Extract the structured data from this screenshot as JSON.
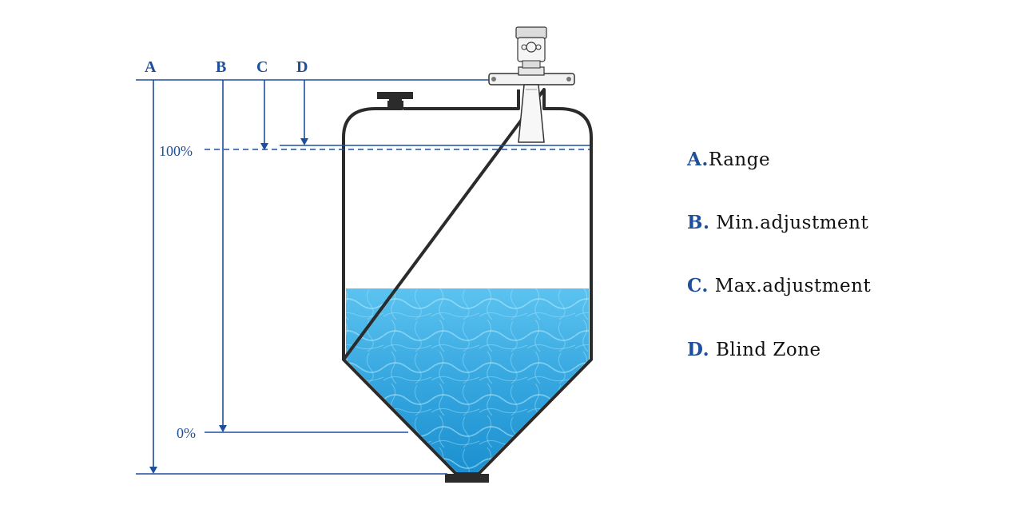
{
  "dimension_labels": {
    "a": "A",
    "b": "B",
    "c": "C",
    "d": "D"
  },
  "level_labels": {
    "full": "100%",
    "empty": "0%"
  },
  "legend": [
    {
      "key": "A.",
      "text": "Range"
    },
    {
      "key": "B.",
      "text": " Min.adjustment"
    },
    {
      "key": "C.",
      "text": " Max.adjustment"
    },
    {
      "key": "D.",
      "text": " Blind Zone"
    }
  ],
  "colors": {
    "dimension_lines": "#1e4f9c",
    "tank_outline": "#2b2b2b",
    "liquid": "#3aa8e0"
  }
}
